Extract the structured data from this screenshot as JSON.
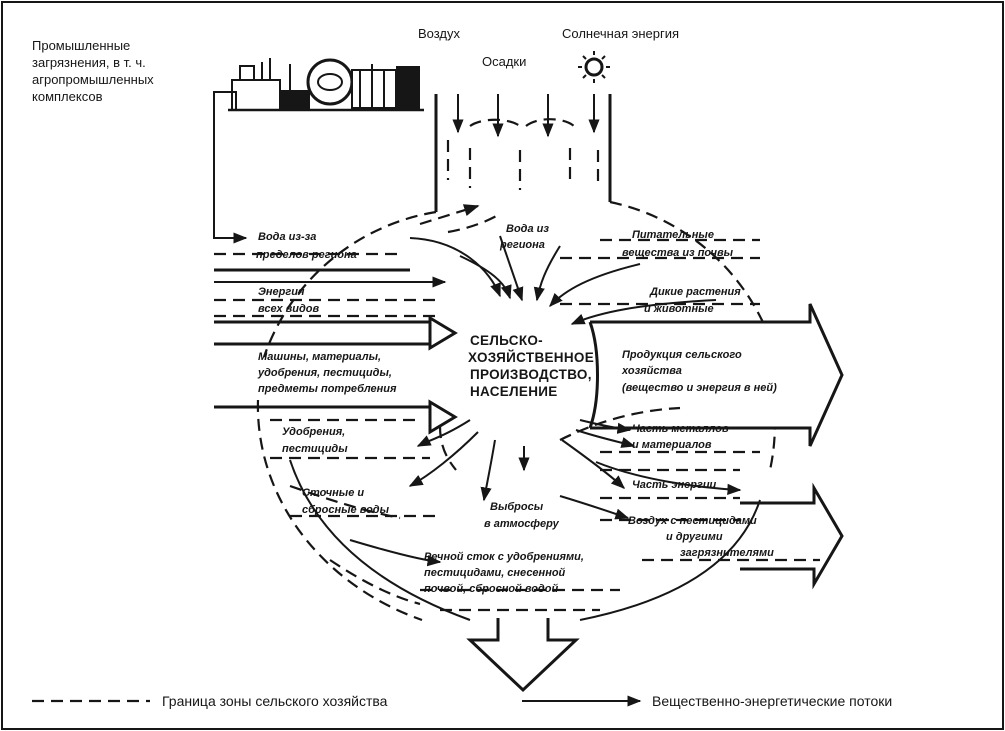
{
  "labels": {
    "industrial_pollution": [
      "Промышленные",
      "загрязнения, в т. ч.",
      "агропромышленных",
      "комплексов"
    ],
    "air": "Воздух",
    "precipitation": "Осадки",
    "solar_energy": "Солнечная энергия",
    "water_outside": [
      "Вода из-за",
      "пределов региона"
    ],
    "water_region": [
      "Вода из",
      "региона"
    ],
    "soil_nutrients": [
      "Питательные",
      "вещества из почвы"
    ],
    "energy_all": [
      "Энергия",
      "всех видов"
    ],
    "wild_life": [
      "Дикие растения",
      "и животные"
    ],
    "machines": [
      "Машины, материалы,",
      "удобрения, пестициды,",
      "предметы потребления"
    ],
    "center": [
      "СЕЛЬСКО-",
      "ХОЗЯЙСТВЕННОЕ",
      "ПРОИЗВОДСТВО,",
      "НАСЕЛЕНИЕ"
    ],
    "products": [
      "Продукция сельского",
      "хозяйства",
      "(вещество и энергия в ней)"
    ],
    "fertilizers": [
      "Удобрения,",
      "пестициды"
    ],
    "metals": [
      "Часть металлов",
      "и материалов"
    ],
    "energy_part": "Часть энергии",
    "sewage": [
      "Сточные и",
      "сбросные воды"
    ],
    "emissions": [
      "Выбросы",
      "в атмосферу"
    ],
    "air_pesticides": [
      "Воздух с пестицидами",
      "и другими",
      "загрязнителями"
    ],
    "runoff": [
      "Речной сток с удобрениями,",
      "пестицидами, снесенной",
      "почвой, сбросной водой"
    ]
  },
  "legend": {
    "boundary": "Граница зоны сельского хозяйства",
    "flows": "Вещественно-энергетические потоки"
  }
}
